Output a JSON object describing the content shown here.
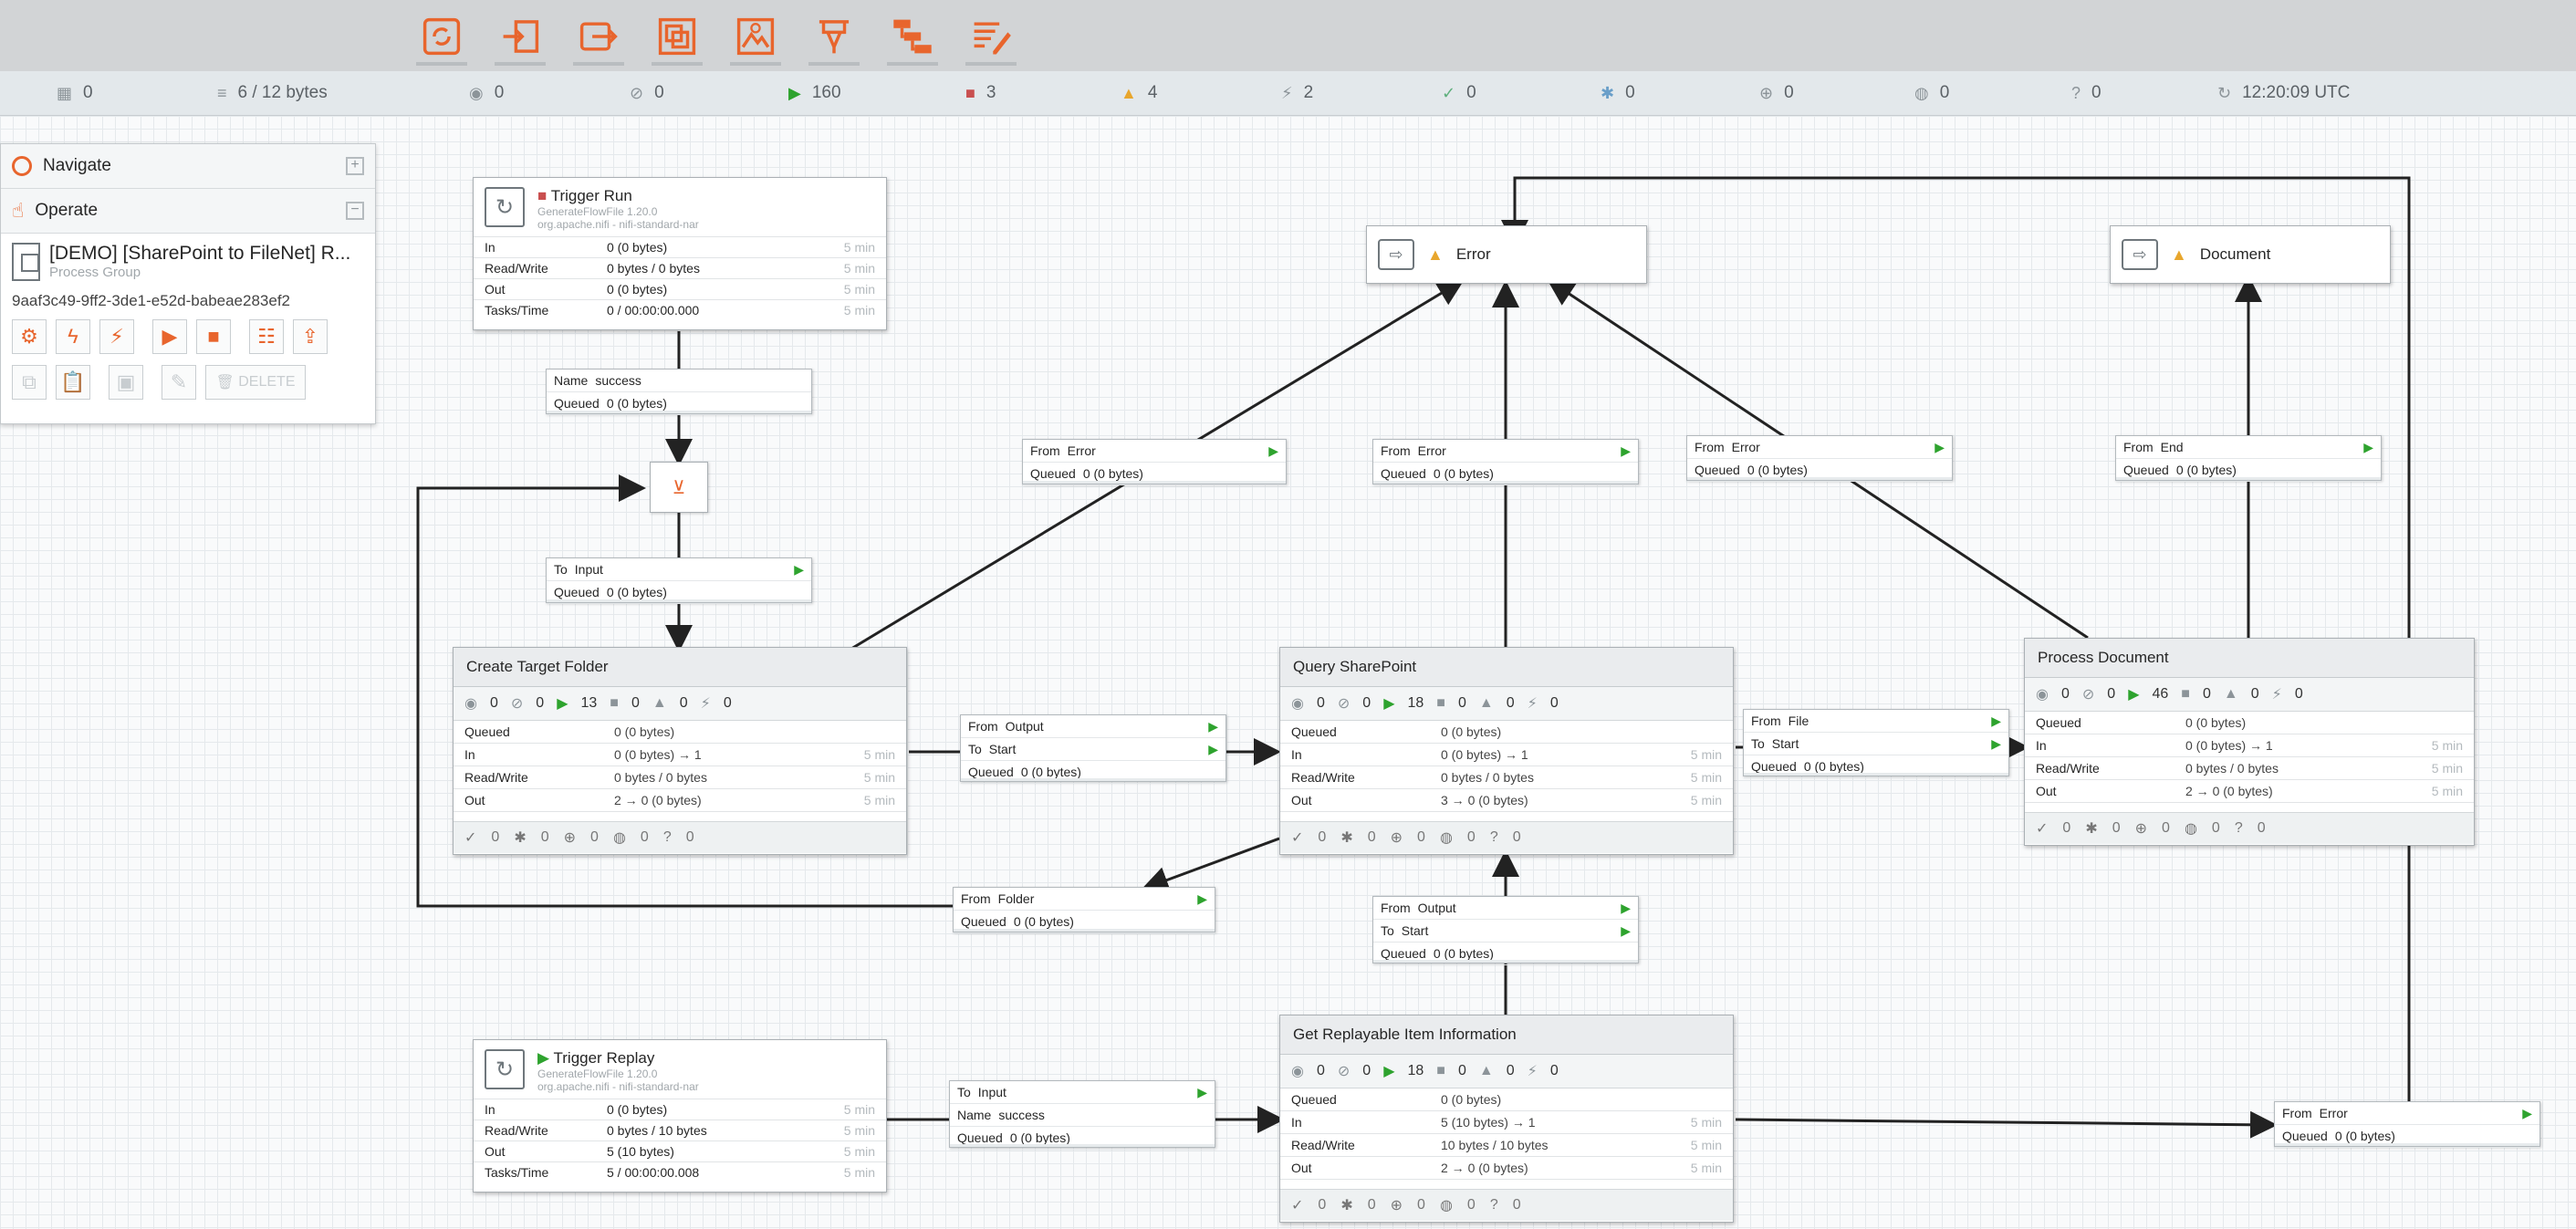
{
  "toolbar": {
    "tools": [
      {
        "icon": "processor-icon"
      },
      {
        "icon": "input-port-icon"
      },
      {
        "icon": "output-port-icon"
      },
      {
        "icon": "process-group-icon"
      },
      {
        "icon": "remote-process-group-icon"
      },
      {
        "icon": "funnel-icon"
      },
      {
        "icon": "template-icon"
      },
      {
        "icon": "label-icon"
      }
    ]
  },
  "status": {
    "threads": "0",
    "queued": "6 / 12 bytes",
    "transmitting": "0",
    "not_transmitting": "0",
    "running": "160",
    "stopped": "3",
    "invalid": "4",
    "disabled": "2",
    "up_to_date": "0",
    "locally_modified": "0",
    "stale": "0",
    "locally_modified_stale": "0",
    "sync_failure": "0",
    "refresh_time": "12:20:09 UTC"
  },
  "palette": {
    "navigate": "Navigate",
    "operate": "Operate",
    "group_name": "[DEMO] [SharePoint to FileNet] R...",
    "group_type": "Process Group",
    "group_id": "9aaf3c49-9ff2-3de1-e52d-babeae283ef2",
    "delete_label": "DELETE"
  },
  "ports": {
    "error": "Error",
    "document": "Document"
  },
  "processors": {
    "trigger_run": {
      "name": "Trigger Run",
      "type": "GenerateFlowFile 1.20.0",
      "bundle": "org.apache.nifi - nifi-standard-nar",
      "rows": [
        {
          "k": "In",
          "v": "0 (0 bytes)",
          "t": "5 min"
        },
        {
          "k": "Read/Write",
          "v": "0 bytes / 0 bytes",
          "t": "5 min"
        },
        {
          "k": "Out",
          "v": "0 (0 bytes)",
          "t": "5 min"
        },
        {
          "k": "Tasks/Time",
          "v": "0 / 00:00:00.000",
          "t": "5 min"
        }
      ]
    },
    "trigger_replay": {
      "name": "Trigger Replay",
      "type": "GenerateFlowFile 1.20.0",
      "bundle": "org.apache.nifi - nifi-standard-nar",
      "rows": [
        {
          "k": "In",
          "v": "0 (0 bytes)",
          "t": "5 min"
        },
        {
          "k": "Read/Write",
          "v": "0 bytes / 10 bytes",
          "t": "5 min"
        },
        {
          "k": "Out",
          "v": "5 (10 bytes)",
          "t": "5 min"
        },
        {
          "k": "Tasks/Time",
          "v": "5 / 00:00:00.008",
          "t": "5 min"
        }
      ]
    },
    "create_target_folder": {
      "name": "Create Target Folder",
      "stats": {
        "a": "0",
        "b": "0",
        "run": "13",
        "stop": "0",
        "warn": "0",
        "dis": "0"
      },
      "rows": [
        {
          "k": "Queued",
          "v": "0 (0 bytes)",
          "t": ""
        },
        {
          "k": "In",
          "v": "0 (0 bytes) → 1",
          "t": "5 min"
        },
        {
          "k": "Read/Write",
          "v": "0 bytes / 0 bytes",
          "t": "5 min"
        },
        {
          "k": "Out",
          "v": "2 → 0 (0 bytes)",
          "t": "5 min"
        }
      ],
      "foot": {
        "a": "0",
        "b": "0",
        "c": "0",
        "d": "0",
        "e": "0"
      }
    },
    "query_sharepoint": {
      "name": "Query SharePoint",
      "stats": {
        "a": "0",
        "b": "0",
        "run": "18",
        "stop": "0",
        "warn": "0",
        "dis": "0"
      },
      "rows": [
        {
          "k": "Queued",
          "v": "0 (0 bytes)",
          "t": ""
        },
        {
          "k": "In",
          "v": "0 (0 bytes) → 1",
          "t": "5 min"
        },
        {
          "k": "Read/Write",
          "v": "0 bytes / 0 bytes",
          "t": "5 min"
        },
        {
          "k": "Out",
          "v": "3 → 0 (0 bytes)",
          "t": "5 min"
        }
      ],
      "foot": {
        "a": "0",
        "b": "0",
        "c": "0",
        "d": "0",
        "e": "0"
      }
    },
    "process_document": {
      "name": "Process Document",
      "stats": {
        "a": "0",
        "b": "0",
        "run": "46",
        "stop": "0",
        "warn": "0",
        "dis": "0"
      },
      "rows": [
        {
          "k": "Queued",
          "v": "0 (0 bytes)",
          "t": ""
        },
        {
          "k": "In",
          "v": "0 (0 bytes) → 1",
          "t": "5 min"
        },
        {
          "k": "Read/Write",
          "v": "0 bytes / 0 bytes",
          "t": "5 min"
        },
        {
          "k": "Out",
          "v": "2 → 0 (0 bytes)",
          "t": "5 min"
        }
      ],
      "foot": {
        "a": "0",
        "b": "0",
        "c": "0",
        "d": "0",
        "e": "0"
      }
    },
    "get_replayable": {
      "name": "Get Replayable Item Information",
      "stats": {
        "a": "0",
        "b": "0",
        "run": "18",
        "stop": "0",
        "warn": "0",
        "dis": "0"
      },
      "rows": [
        {
          "k": "Queued",
          "v": "0 (0 bytes)",
          "t": ""
        },
        {
          "k": "In",
          "v": "5 (10 bytes) → 1",
          "t": "5 min"
        },
        {
          "k": "Read/Write",
          "v": "10 bytes / 10 bytes",
          "t": "5 min"
        },
        {
          "k": "Out",
          "v": "2 → 0 (0 bytes)",
          "t": "5 min"
        }
      ],
      "foot": {
        "a": "0",
        "b": "0",
        "c": "0",
        "d": "0",
        "e": "0"
      }
    }
  },
  "connections": {
    "c1": [
      {
        "l": "Name",
        "v": "success"
      },
      {
        "l": "Queued",
        "v": "0 (0 bytes)"
      }
    ],
    "c2": [
      {
        "l": "To",
        "v": "Input",
        "arr": true
      },
      {
        "l": "Queued",
        "v": "0 (0 bytes)"
      }
    ],
    "c3": [
      {
        "l": "From",
        "v": "Error",
        "arr": true
      },
      {
        "l": "Queued",
        "v": "0 (0 bytes)"
      }
    ],
    "c4": [
      {
        "l": "From",
        "v": "Error",
        "arr": true
      },
      {
        "l": "Queued",
        "v": "0 (0 bytes)"
      }
    ],
    "c5": [
      {
        "l": "From",
        "v": "Error",
        "arr": true
      },
      {
        "l": "Queued",
        "v": "0 (0 bytes)"
      }
    ],
    "c6": [
      {
        "l": "From",
        "v": "End",
        "arr": true
      },
      {
        "l": "Queued",
        "v": "0 (0 bytes)"
      }
    ],
    "c7": [
      {
        "l": "From",
        "v": "Output",
        "arr": true
      },
      {
        "l": "To",
        "v": "Start",
        "arr": true
      },
      {
        "l": "Queued",
        "v": "0 (0 bytes)"
      }
    ],
    "c8": [
      {
        "l": "From",
        "v": "File",
        "arr": true
      },
      {
        "l": "To",
        "v": "Start",
        "arr": true
      },
      {
        "l": "Queued",
        "v": "0 (0 bytes)"
      }
    ],
    "c9": [
      {
        "l": "From",
        "v": "Folder",
        "arr": true
      },
      {
        "l": "Queued",
        "v": "0 (0 bytes)"
      }
    ],
    "c10": [
      {
        "l": "From",
        "v": "Output",
        "arr": true
      },
      {
        "l": "To",
        "v": "Start",
        "arr": true
      },
      {
        "l": "Queued",
        "v": "0 (0 bytes)"
      }
    ],
    "c11": [
      {
        "l": "To",
        "v": "Input",
        "arr": true
      },
      {
        "l": "Name",
        "v": "success"
      },
      {
        "l": "Queued",
        "v": "0 (0 bytes)"
      }
    ],
    "c12": [
      {
        "l": "From",
        "v": "Error",
        "arr": true
      },
      {
        "l": "Queued",
        "v": "0 (0 bytes)"
      }
    ]
  }
}
